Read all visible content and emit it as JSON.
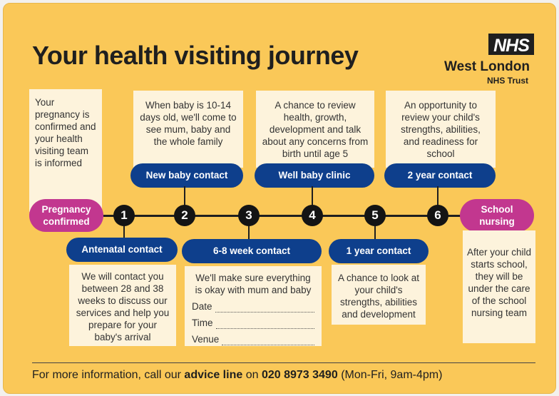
{
  "header": {
    "title": "Your health visiting journey",
    "logo": "NHS",
    "org_name": "West London",
    "org_trust": "NHS Trust"
  },
  "stages": {
    "start": {
      "label_line1": "Pregnancy",
      "label_line2": "confirmed",
      "text": "Your pregnancy is confirmed and your health visiting team is informed"
    },
    "end": {
      "label_line1": "School",
      "label_line2": "nursing",
      "text": "After your child starts school, they will be under the care of the school nursing team"
    }
  },
  "steps": [
    {
      "number": "1",
      "title": "Antenatal contact",
      "text": "We will contact you between 28 and 38 weeks to discuss our services and help you prepare for your baby's arrival"
    },
    {
      "number": "2",
      "title": "New baby contact",
      "text": "When baby is 10-14 days old, we'll come to see mum, baby and the whole family"
    },
    {
      "number": "3",
      "title": "6-8 week contact",
      "text": "We'll make sure everything is okay with mum and baby",
      "fields": [
        "Date",
        "Time",
        "Venue"
      ]
    },
    {
      "number": "4",
      "title": "Well baby clinic",
      "text": "A chance to review health, growth, development and talk about any concerns from birth until age 5"
    },
    {
      "number": "5",
      "title": "1 year contact",
      "text": "A chance to look at your child's strengths, abilities and development"
    },
    {
      "number": "6",
      "title": "2 year contact",
      "text": "An opportunity to review your child's strengths, abilities, and readiness for school"
    }
  ],
  "footer": {
    "prefix": "For more information, call our",
    "highlight": "advice line",
    "middle": "on",
    "phone": "020 8973 3490",
    "hours": "(Mon-Fri, 9am-4pm)"
  },
  "colors": {
    "background": "#fac858",
    "navy": "#0e3f8c",
    "magenta": "#c2378f",
    "box": "#fdf3dc"
  }
}
